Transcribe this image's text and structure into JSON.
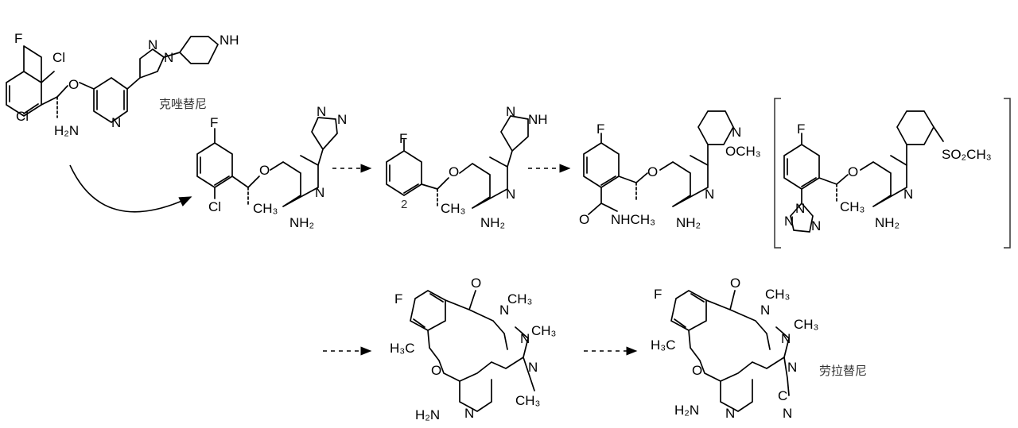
{
  "compounds": {
    "crizotinib": {
      "name": "克唑替尼"
    },
    "intermediate_2": {
      "number": "2"
    },
    "lorlatinib": {
      "name": "劳拉替尼"
    }
  },
  "atoms": {
    "F": "F",
    "Cl": "Cl",
    "O": "O",
    "N": "N",
    "NH": "NH",
    "H2N": "H₂N",
    "NH2": "NH₂",
    "CH3": "CH₃",
    "H3C": "H₃C",
    "OCH3": "OCH₃",
    "SO2CH3": "SO₂CH₃",
    "NHCH3": "NHCH₃",
    "CN_C": "C",
    "CN_N": "N"
  },
  "colors": {
    "ink": "#000000",
    "label": "#333333",
    "background": "#ffffff"
  }
}
